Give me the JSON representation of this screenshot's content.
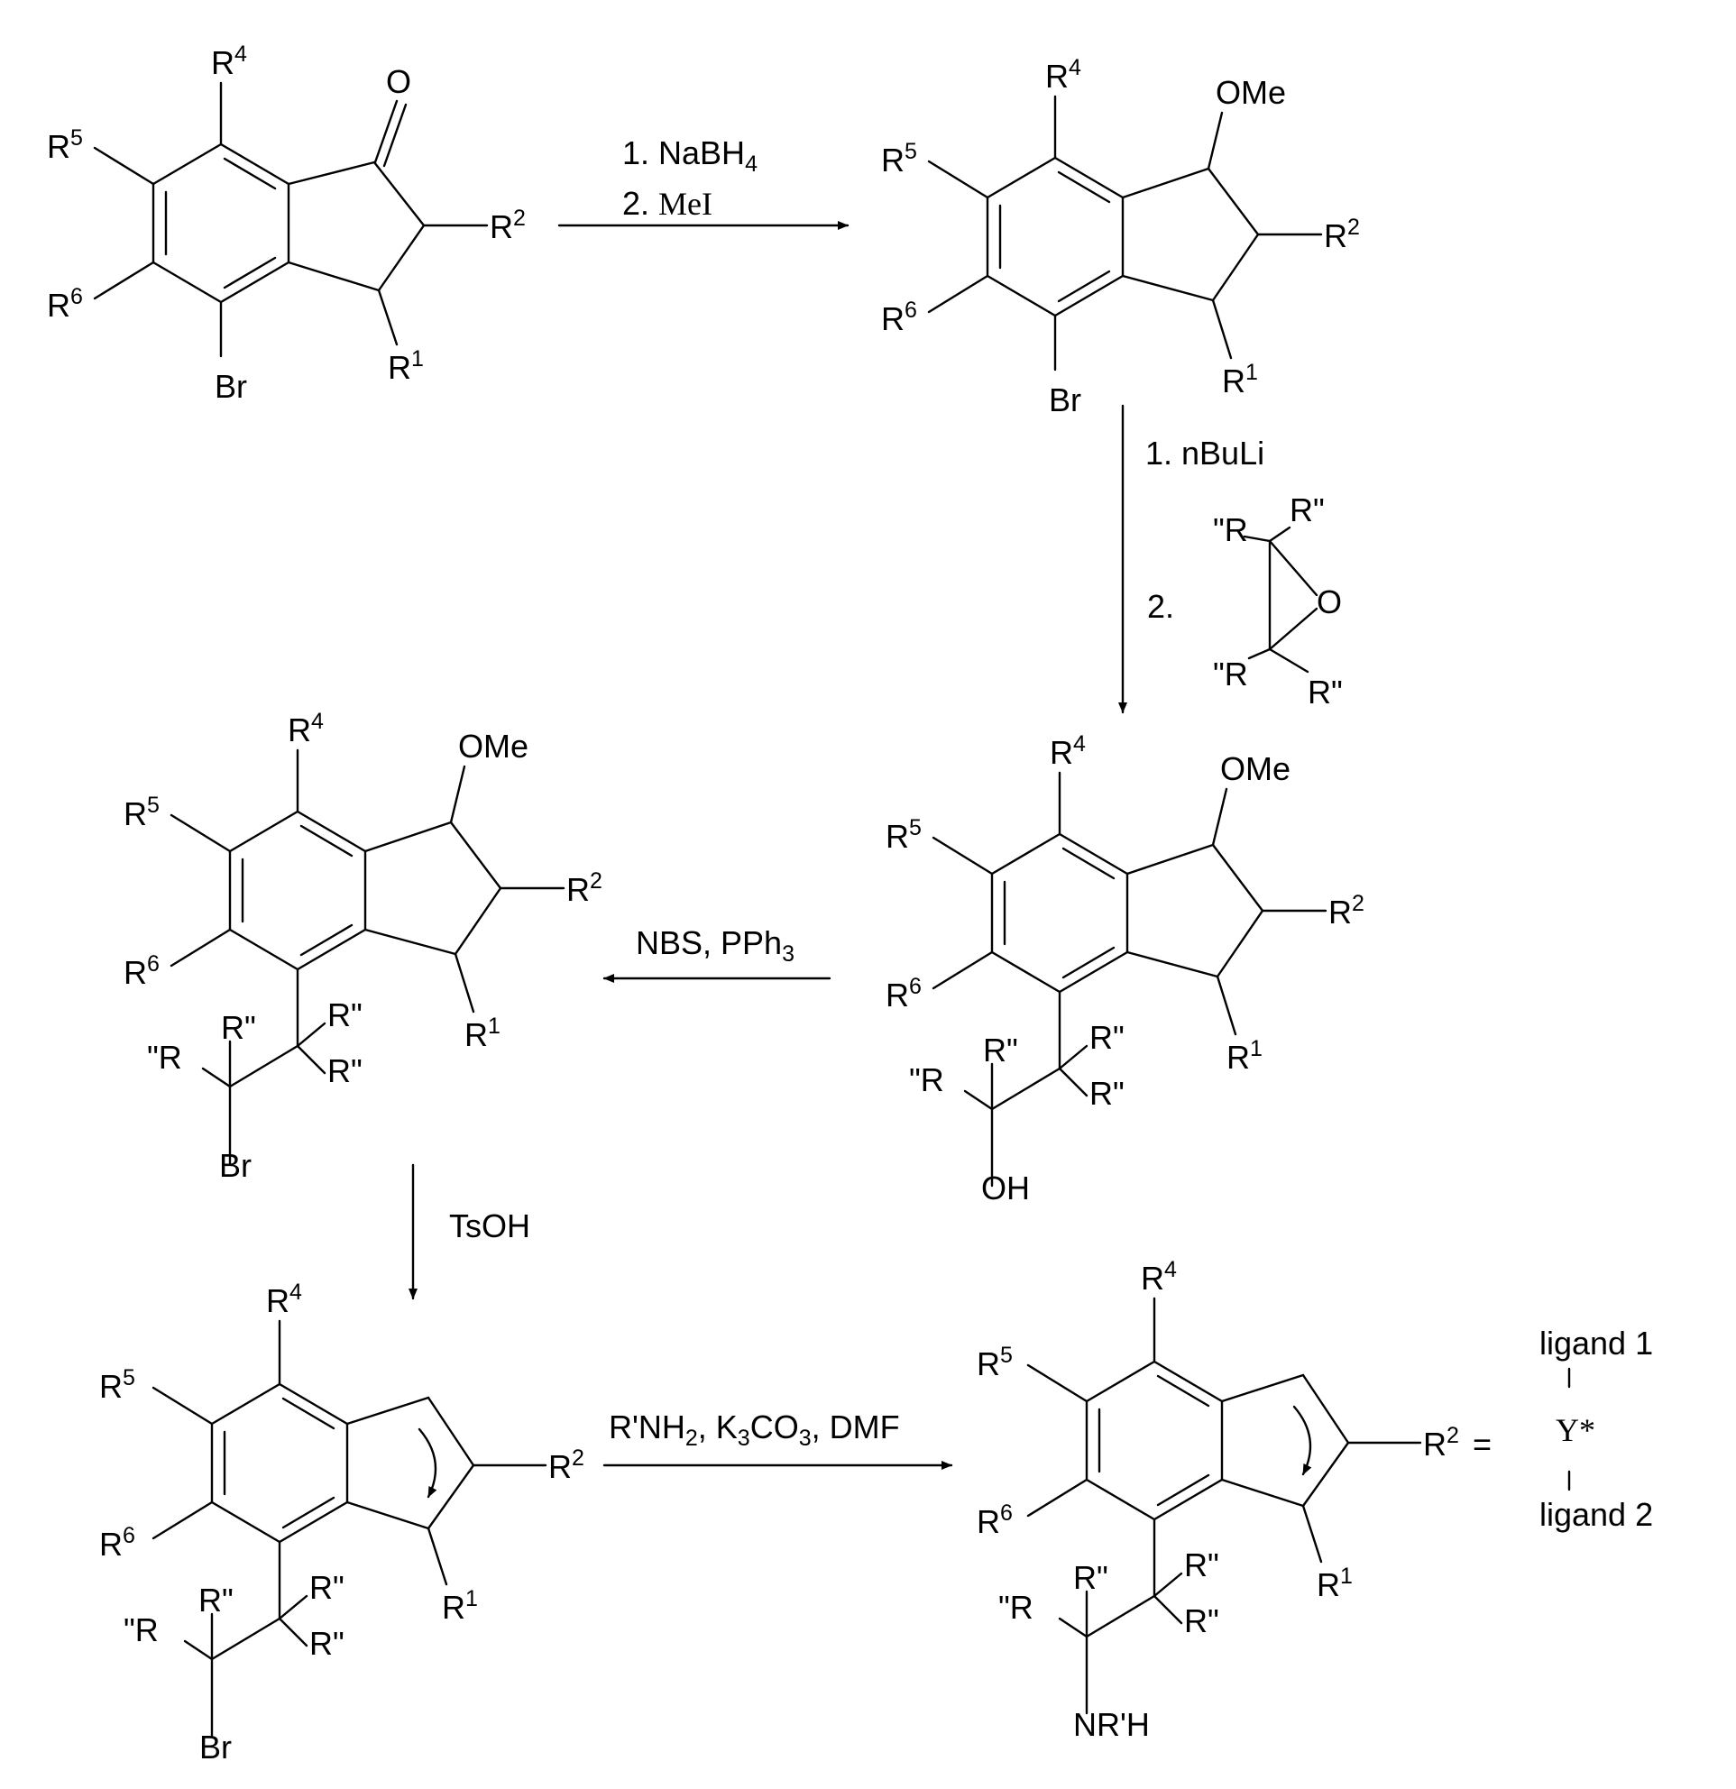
{
  "compounds": {
    "c1": {
      "r4": "R",
      "r4_sup": "4",
      "r5": "R",
      "r5_sup": "5",
      "r6": "R",
      "r6_sup": "6",
      "r2": "R",
      "r2_sup": "2",
      "r1": "R",
      "r1_sup": "1",
      "carbonyl": "O",
      "br": "Br"
    },
    "c2": {
      "r4": "R",
      "r4_sup": "4",
      "r5": "R",
      "r5_sup": "5",
      "r6": "R",
      "r6_sup": "6",
      "r2": "R",
      "r2_sup": "2",
      "r1": "R",
      "r1_sup": "1",
      "ome": "OMe",
      "br": "Br"
    },
    "c3": {
      "r4": "R",
      "r4_sup": "4",
      "r5": "R",
      "r5_sup": "5",
      "r6": "R",
      "r6_sup": "6",
      "r2": "R",
      "r2_sup": "2",
      "r1": "R",
      "r1_sup": "1",
      "ome": "OMe",
      "rpp_a": "R\"",
      "rpp_b": "R\"",
      "rpp_c": "R\"",
      "rpp_d": "\"R",
      "oh": "OH"
    },
    "c4": {
      "r4": "R",
      "r4_sup": "4",
      "r5": "R",
      "r5_sup": "5",
      "r6": "R",
      "r6_sup": "6",
      "r2": "R",
      "r2_sup": "2",
      "r1": "R",
      "r1_sup": "1",
      "ome": "OMe",
      "rpp_a": "R\"",
      "rpp_b": "R\"",
      "rpp_c": "R\"",
      "rpp_d": "\"R",
      "br": "Br"
    },
    "c5": {
      "r4": "R",
      "r4_sup": "4",
      "r5": "R",
      "r5_sup": "5",
      "r6": "R",
      "r6_sup": "6",
      "r2": "R",
      "r2_sup": "2",
      "r1": "R",
      "r1_sup": "1",
      "rpp_a": "R\"",
      "rpp_b": "R\"",
      "rpp_c": "R\"",
      "rpp_d": "\"R",
      "br": "Br"
    },
    "c6": {
      "r4": "R",
      "r4_sup": "4",
      "r5": "R",
      "r5_sup": "5",
      "r6": "R",
      "r6_sup": "6",
      "r2": "R",
      "r2_sup": "2",
      "r1": "R",
      "r1_sup": "1",
      "rpp_a": "R\"",
      "rpp_b": "R\"",
      "rpp_c": "R\"",
      "rpp_d": "\"R",
      "nh": "NR'H",
      "equals": "=",
      "ligand1": "ligand 1",
      "y_center": "Y*",
      "ligand2": "ligand 2"
    }
  },
  "steps": {
    "s1": {
      "line1_pre": "1. NaBH",
      "line1_sub": "4",
      "line2_num": "2.",
      "line2_reagent": "MeI"
    },
    "s2": {
      "line1": "1.  nBuLi",
      "line2_num": "2.",
      "epoxide": {
        "tl": "\"R",
        "tr": "R\"",
        "o": "O",
        "bl": "\"R",
        "br": "R\""
      }
    },
    "s3": {
      "pre": "NBS, PPh",
      "sub": "3"
    },
    "s4": {
      "label": "TsOH"
    },
    "s5": {
      "pre": "R'NH",
      "sub1": "2",
      "mid": ", K",
      "sub2": "3",
      "mid2": "CO",
      "sub3": "3",
      "post": ", DMF"
    }
  }
}
